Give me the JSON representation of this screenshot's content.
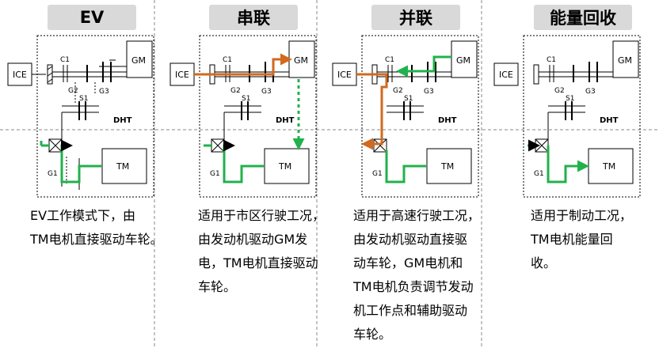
{
  "panels": [
    {
      "title": "EV",
      "desc": [
        "EV工作模式下，由",
        "TM电机直接驱动车轮。"
      ],
      "labels": {
        "ice": "ICE",
        "gm": "GM",
        "tm": "TM",
        "dht": "DHT",
        "c1": "C1",
        "g2": "G2",
        "g3": "G3",
        "s1": "S1",
        "g1": "G1"
      }
    },
    {
      "title": "串联",
      "desc": [
        "适用于市区行驶工况，",
        "由发动机驱动GM发",
        "电，TM电机直接驱动",
        "车轮。"
      ],
      "labels": {
        "ice": "ICE",
        "gm": "GM",
        "tm": "TM",
        "dht": "DHT",
        "c1": "C1",
        "g2": "G2",
        "g3": "G3",
        "s1": "S1",
        "g1": "G1"
      }
    },
    {
      "title": "并联",
      "desc": [
        "适用于高速行驶工况，",
        "由发动机驱动直接驱",
        "动车轮，GM电机和",
        "TM电机负责调节发动",
        "机工作点和辅助驱动",
        "车轮。"
      ],
      "labels": {
        "ice": "ICE",
        "gm": "GM",
        "tm": "TM",
        "dht": "DHT",
        "c1": "C1",
        "g2": "G2",
        "g3": "G3",
        "s1": "S1",
        "g1": "G1"
      }
    },
    {
      "title": "能量回收",
      "desc": [
        "适用于制动工况，",
        "TM电机能量回",
        "收。"
      ],
      "labels": {
        "ice": "ICE",
        "gm": "GM",
        "tm": "TM",
        "dht": "DHT",
        "c1": "C1",
        "g2": "G2",
        "g3": "G3",
        "s1": "S1",
        "g1": "G1"
      }
    }
  ],
  "colors": {
    "engine_flow": "#d2691e",
    "electric_flow": "#22b14c",
    "badge": "#d9d9d9"
  }
}
